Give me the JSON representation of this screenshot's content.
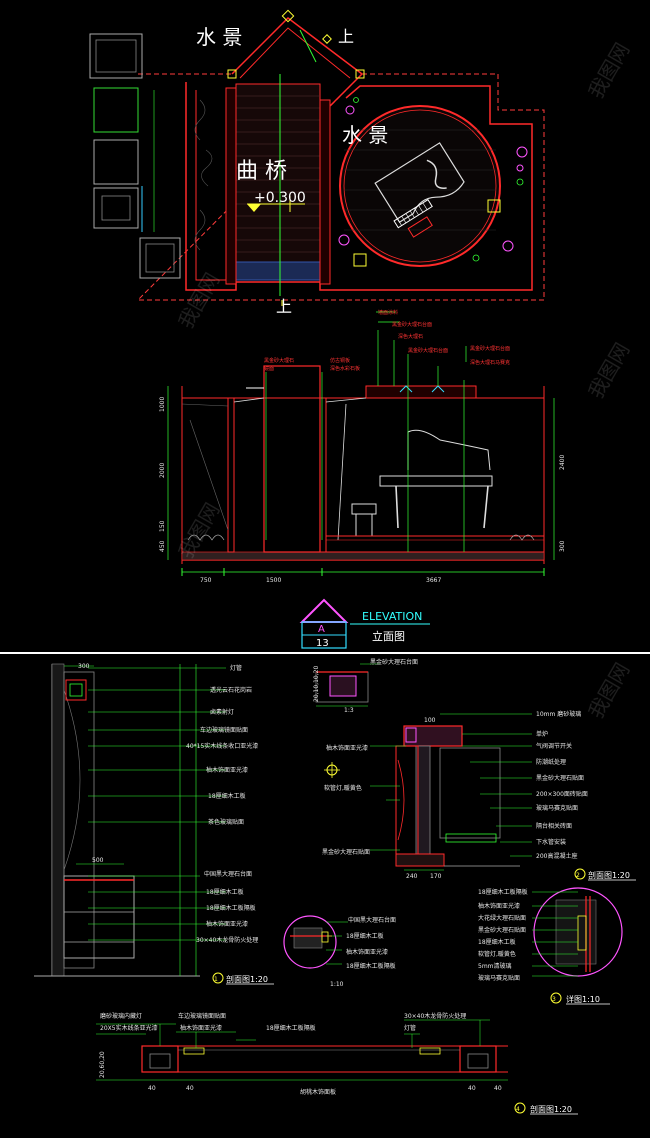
{
  "plan": {
    "water_label_1": "水 景",
    "water_label_2": "水 景",
    "bridge_label": "曲 桥",
    "bridge_elevation": "+0.300",
    "up_mark_top": "上",
    "up_mark_bottom": "上"
  },
  "elevation": {
    "annotations": [
      "黑金砂大理石",
      "镜面",
      "仿古铜板",
      "深色水彩石板",
      "墙面涂料",
      "黑金砂大理石台面",
      "深色大理石",
      "黑金砂大理石台面",
      "黑金砂大理石台面",
      "深色大理石马赛克"
    ],
    "dims_bottom": [
      "750",
      "1500",
      "3667"
    ],
    "dims_left": [
      "1000",
      "2000",
      "150",
      "450"
    ],
    "dims_right": [
      "2400",
      "300"
    ],
    "symbol_letter": "A",
    "symbol_number": "13",
    "title_en": "ELEVATION",
    "title_cn": "立面图"
  },
  "section_left": {
    "labels": [
      "灯管",
      "透光云石花岗岩",
      "卤素射灯",
      "车边玻璃镜面贴面",
      "40*15实木线条收口亚光漆",
      "柚木饰面亚光漆",
      "18厘细木工板",
      "茶色玻璃贴面",
      "中国黑大理石台面",
      "18厘细木工板",
      "18厘细木工板隔板",
      "柚木饰面亚光漆",
      "30×40木龙骨防火处理"
    ],
    "dims": [
      "300",
      "500"
    ],
    "detail_labels": [
      "中国黑大理石台面",
      "18厘细木工板",
      "柚木饰面亚光漆",
      "18厘细木工板隔板"
    ],
    "detail_scale": "1:10",
    "title_num": "1",
    "title": "剖面图1:20"
  },
  "section_right": {
    "top_label": "黑金砂大理石台面",
    "small_scale": "1:3",
    "small_dims": "20,10,10,20",
    "dims": [
      "100",
      "240",
      "170"
    ],
    "left_labels": [
      "柚木饰面亚光漆",
      "软管灯,暖黄色",
      "",
      "黑金砂大理石贴面"
    ],
    "right_labels": [
      "10mm 磨砂玻璃",
      "单炉",
      "气阀调节开关",
      "防潮纸处理",
      "黑金砂大理石贴面",
      "200×300面砖贴面",
      "玻璃马赛克贴面",
      "隔台相关砖面",
      "下水管安装",
      "200高混凝土座"
    ],
    "title_num": "2",
    "title": "剖面图1:20"
  },
  "detail": {
    "labels": [
      "18厘细木工板隔板",
      "柚木饰面亚光漆",
      "大花绿大理石贴面",
      "黑金砂大理石贴面",
      "18厘细木工板",
      "软管灯,暖黄色",
      "5mm清玻璃",
      "玻璃马赛克贴面"
    ],
    "title_num": "3",
    "title": "详图1:10"
  },
  "bottom_section": {
    "labels": [
      "磨砂玻璃内藏灯",
      "车边玻璃镜面贴面",
      "20X5实木线条亚光漆",
      "柚木饰面亚光漆",
      "18厘细木工板隔板",
      "30×40木龙骨防火处理",
      "灯管",
      ""
    ],
    "bottom_label": "胡桃木饰面板",
    "dim_left": "20,60,20",
    "dims": [
      "40",
      "40",
      "40",
      "40"
    ],
    "title_num": "4",
    "title": "剖面图1:20"
  },
  "watermark": {
    "text": "我图网"
  },
  "colors": {
    "background": "#000000",
    "wall_red": "#ff2a2a",
    "leader_green": "#33ff33",
    "accent_cyan": "#33ffff",
    "accent_magenta": "#ff55ff",
    "accent_yellow": "#ffff33"
  }
}
